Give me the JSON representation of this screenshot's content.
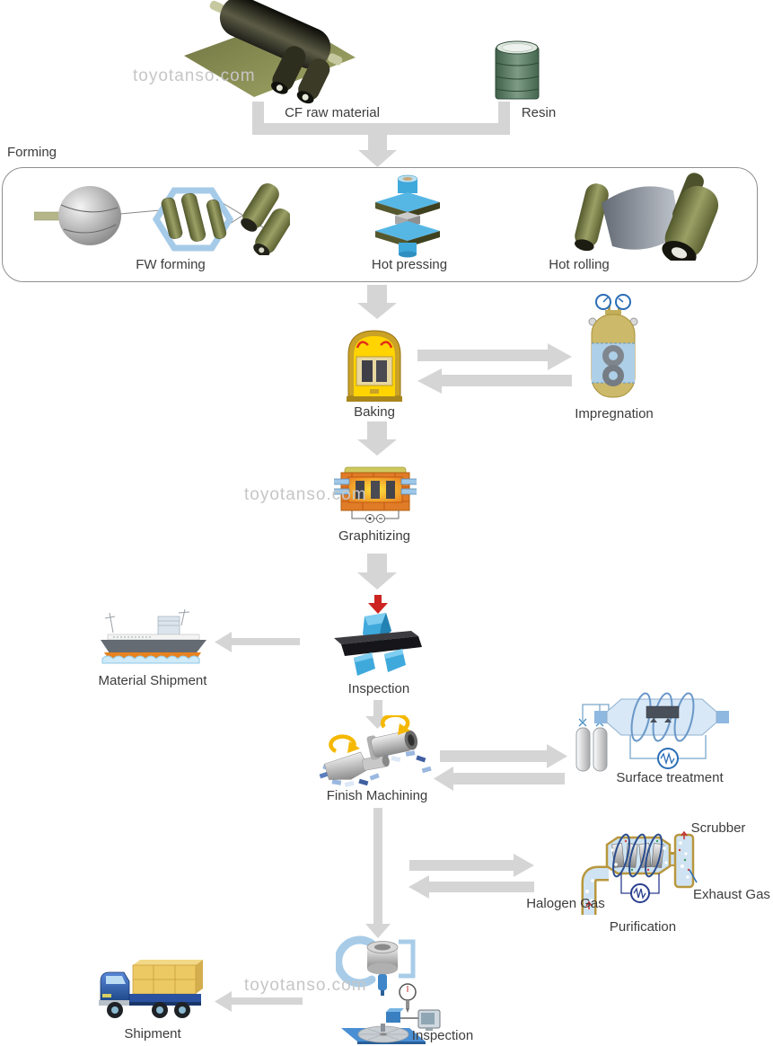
{
  "watermark": {
    "text": "toyotanso.com"
  },
  "colors": {
    "arrow": "#d5d5d5",
    "text": "#3c3c3c",
    "watermark": "#c6c6c6",
    "group_box_border": "#8f8f8f",
    "accent_blue": "#3fa9dc",
    "olive": "#6e7340",
    "furnace_yellow": "#ffd400",
    "furnace_gold": "#c9a227",
    "graphitizing_orange": "#e07b28",
    "red_arrow": "#cc2420"
  },
  "nodes": {
    "cf_raw_material": {
      "label": "CF raw material"
    },
    "resin": {
      "label": "Resin"
    },
    "forming_group": {
      "label": "Forming"
    },
    "fw_forming": {
      "label": "FW forming"
    },
    "hot_pressing": {
      "label": "Hot pressing"
    },
    "hot_rolling": {
      "label": "Hot rolling"
    },
    "baking": {
      "label": "Baking"
    },
    "impregnation": {
      "label": "Impregnation"
    },
    "graphitizing": {
      "label": "Graphitizing"
    },
    "material_shipment": {
      "label": "Material Shipment"
    },
    "inspection_material": {
      "label": "Inspection"
    },
    "finish_machining": {
      "label": "Finish Machining"
    },
    "surface_treatment": {
      "label": "Surface treatment"
    },
    "scrubber": {
      "label": "Scrubber"
    },
    "halogen_gas": {
      "label": "Halogen Gas"
    },
    "exhaust_gas": {
      "label": "Exhaust Gas"
    },
    "purification": {
      "label": "Purification"
    },
    "shipment": {
      "label": "Shipment"
    },
    "inspection_final": {
      "label": "Inspection"
    }
  }
}
